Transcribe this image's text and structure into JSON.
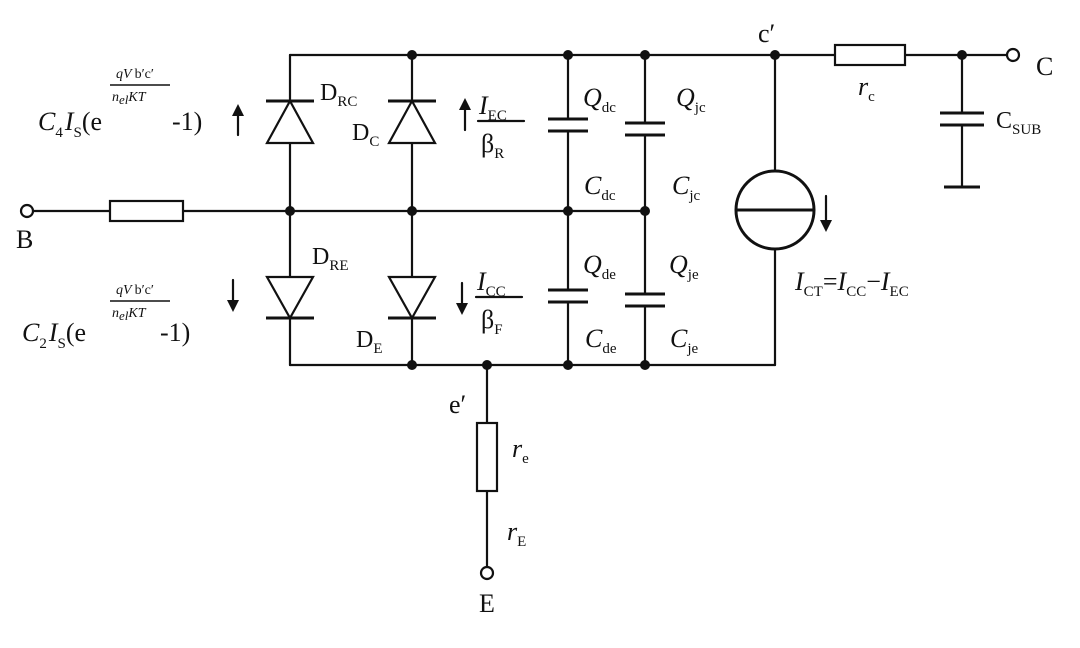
{
  "terminals": {
    "base": "B",
    "collector": "C",
    "emitter": "E",
    "collector_internal": "c′",
    "emitter_internal": "e′"
  },
  "diodes": {
    "d_rc": {
      "main": "D",
      "sub": "RC"
    },
    "d_c": {
      "main": "D",
      "sub": "C"
    },
    "d_re": {
      "main": "D",
      "sub": "RE"
    },
    "d_e": {
      "main": "D",
      "sub": "E"
    }
  },
  "currents": {
    "top_formula": {
      "coef": "C",
      "coef_sub": "4",
      "is": "I",
      "is_sub": "S",
      "open": "(e",
      "num": "qV",
      "num_sub": "b′c′",
      "den": "n",
      "den_sub": "el",
      "den_tail": "KT",
      "close": "-1)"
    },
    "bottom_formula": {
      "coef": "C",
      "coef_sub": "2",
      "is": "I",
      "is_sub": "S",
      "open": "(e",
      "num": "qV",
      "num_sub": "b′c′",
      "den": "n",
      "den_sub": "el",
      "den_tail": "KT",
      "close": "-1)"
    },
    "i_ec": {
      "num": "I",
      "num_sub": "EC",
      "den": "β",
      "den_sub": "R"
    },
    "i_cc": {
      "num": "I",
      "num_sub": "CC",
      "den": "β",
      "den_sub": "F"
    },
    "i_ct": {
      "lhs": "I",
      "lhs_sub": "CT",
      "eq": "=",
      "a": "I",
      "a_sub": "CC",
      "minus": "−",
      "b": "I",
      "b_sub": "EC"
    }
  },
  "capacitors": {
    "q_dc": {
      "main": "Q",
      "sub": "dc"
    },
    "q_jc": {
      "main": "Q",
      "sub": "jc"
    },
    "c_dc": {
      "main": "C",
      "sub": "dc"
    },
    "c_jc": {
      "main": "C",
      "sub": "jc"
    },
    "q_de": {
      "main": "Q",
      "sub": "de"
    },
    "q_je": {
      "main": "Q",
      "sub": "je"
    },
    "c_de": {
      "main": "C",
      "sub": "de"
    },
    "c_je": {
      "main": "C",
      "sub": "je"
    },
    "c_sub": {
      "main": "C",
      "sub": "SUB"
    }
  },
  "resistors": {
    "r_c": {
      "main": "r",
      "sub": "c"
    },
    "r_e": {
      "main": "r",
      "sub": "e"
    },
    "r_big_e": {
      "main": "r",
      "sub": "E"
    }
  }
}
